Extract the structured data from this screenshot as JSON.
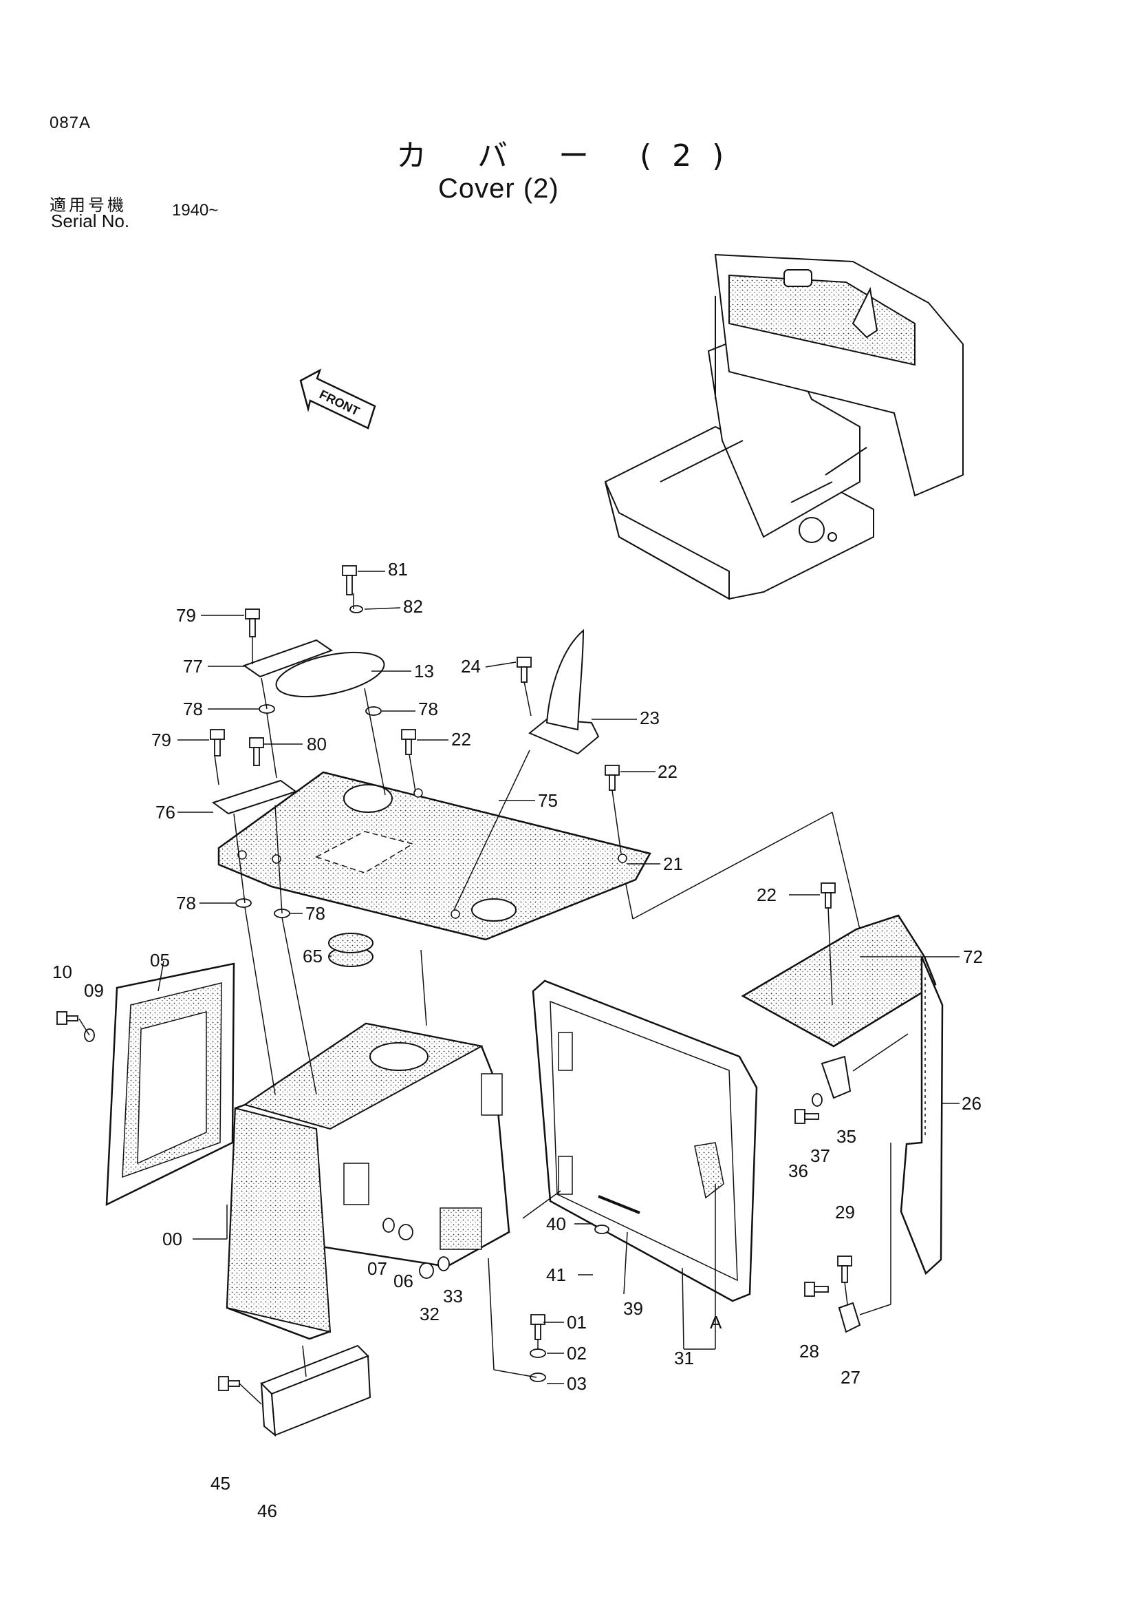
{
  "header": {
    "page_code": "087A",
    "title_jp": "カ バ ー (2)",
    "title_en": "Cover (2)",
    "serial_label_jp": "適用号機",
    "serial_label_en": "Serial No.",
    "serial_value": "1940~"
  },
  "front_arrow_label": "FRONT",
  "callouts": [
    "81",
    "82",
    "79",
    "77",
    "13",
    "78",
    "78",
    "24",
    "23",
    "79",
    "80",
    "22",
    "76",
    "75",
    "22",
    "21",
    "78",
    "78",
    "65",
    "22",
    "72",
    "10",
    "09",
    "05",
    "26",
    "35",
    "37",
    "36",
    "29",
    "00",
    "07",
    "06",
    "33",
    "32",
    "40",
    "41",
    "39",
    "01",
    "02",
    "03",
    "31",
    "A",
    "28",
    "27",
    "45",
    "46"
  ]
}
